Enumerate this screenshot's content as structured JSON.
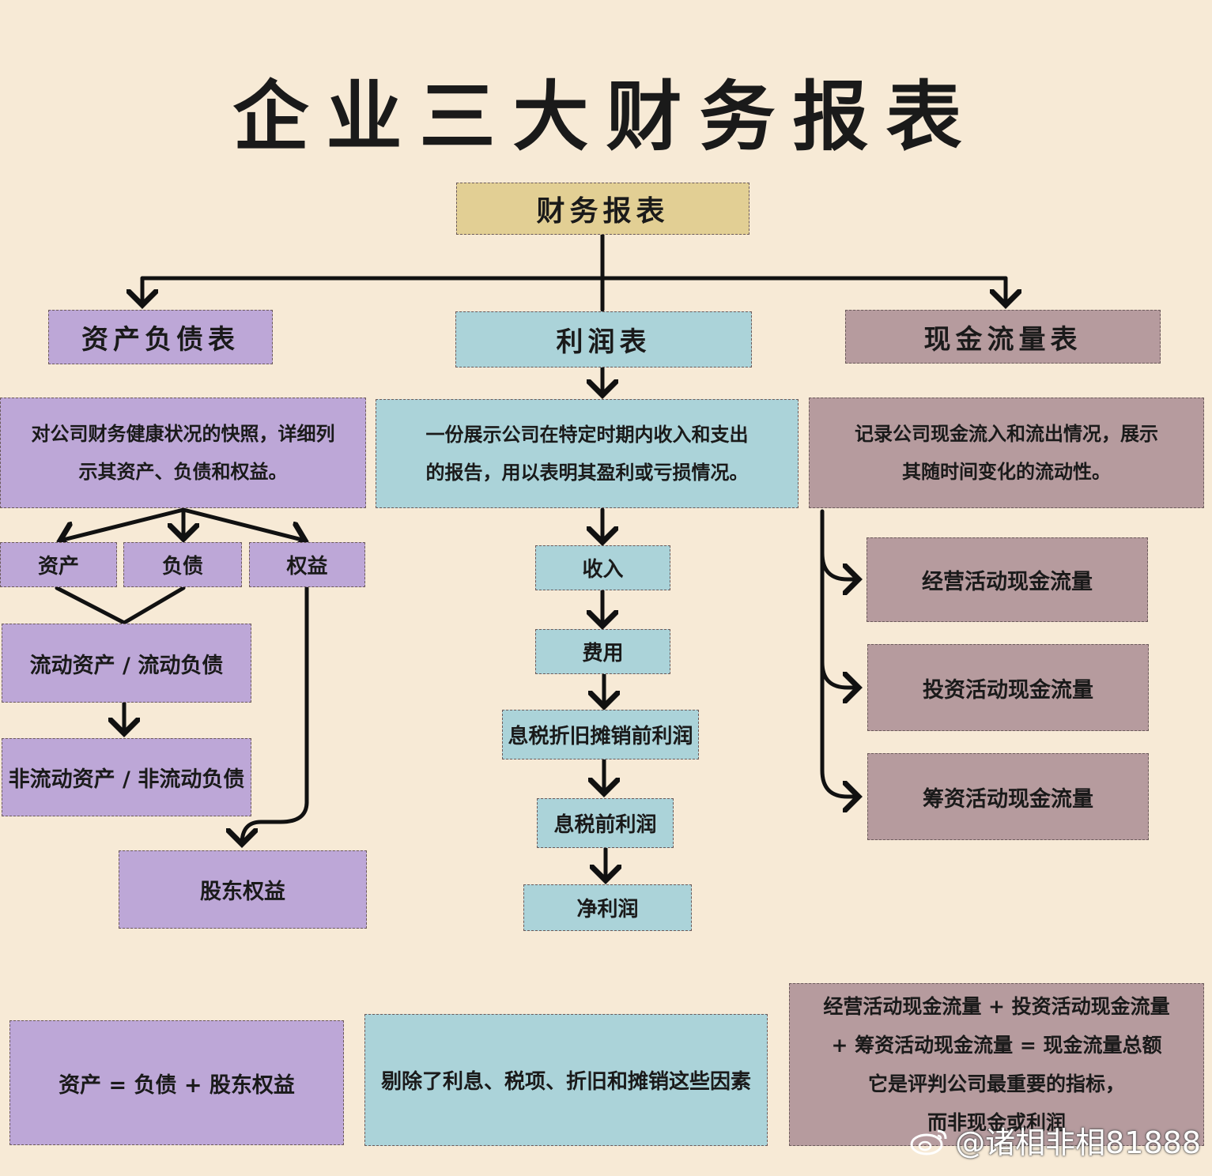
{
  "title": "企业三大财务报表",
  "root": "财务报表",
  "balance_sheet": {
    "name": "资产负债表",
    "desc_line1": "对公司财务健康状况的快照，详细列",
    "desc_line2": "示其资产、负债和权益。",
    "items": [
      "资产",
      "负债",
      "权益"
    ],
    "current": "流动资产 / 流动负债",
    "noncurrent": "非流动资产 / 非流动负债",
    "equity": "股东权益",
    "formula": "资产 = 负债 + 股东权益"
  },
  "income_statement": {
    "name": "利润表",
    "desc_line1": "一份展示公司在特定时期内收入和支出",
    "desc_line2": "的报告，用以表明其盈利或亏损情况。",
    "steps": [
      "收入",
      "费用",
      "息税折旧摊销前利润",
      "息税前利润",
      "净利润"
    ],
    "note": "剔除了利息、税项、折旧和摊销这些因素"
  },
  "cash_flow": {
    "name": "现金流量表",
    "desc_line1": "记录公司现金流入和流出情况，展示",
    "desc_line2": "其随时间变化的流动性。",
    "items": [
      "经营活动现金流量",
      "投资活动现金流量",
      "筹资活动现金流量"
    ],
    "note_line1": "经营活动现金流量 + 投资活动现金流量",
    "note_line2": "+ 筹资活动现金流量 = 现金流量总额",
    "note_line3": "它是评判公司最重要的指标，",
    "note_line4": "而非现金或利润"
  },
  "watermark": "@诸相非相81888",
  "colors": {
    "background": "#f7ead6",
    "gold": "#e2cf94",
    "purple": "#bda7d7",
    "blue": "#abd3d9",
    "mauve": "#b69b9e"
  }
}
